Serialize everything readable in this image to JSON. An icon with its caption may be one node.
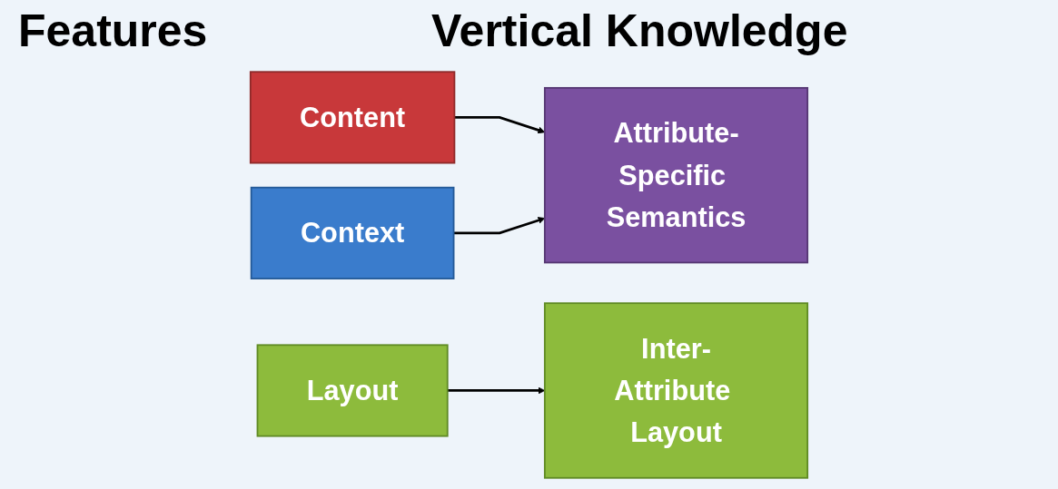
{
  "diagram": {
    "nodes": [
      {
        "text": [
          "Content"
        ]
      },
      {
        "text": [
          "Context"
        ]
      },
      {
        "text": [
          "Layout"
        ]
      },
      {
        "text": [
          "Attribute-Specific Semantics"
        ]
      },
      {
        "text": [
          "Inter-Attribute Layout"
        ]
      }
    ],
    "edges": [
      {
        "from": 0,
        "to": 3,
        "arrow": "to"
      },
      {
        "from": 1,
        "to": 3,
        "arrow": "to"
      },
      {
        "from": 2,
        "to": 4,
        "arrow": "to"
      }
    ],
    "labels": [
      "Features",
      "Vertical Knowledge"
    ]
  }
}
